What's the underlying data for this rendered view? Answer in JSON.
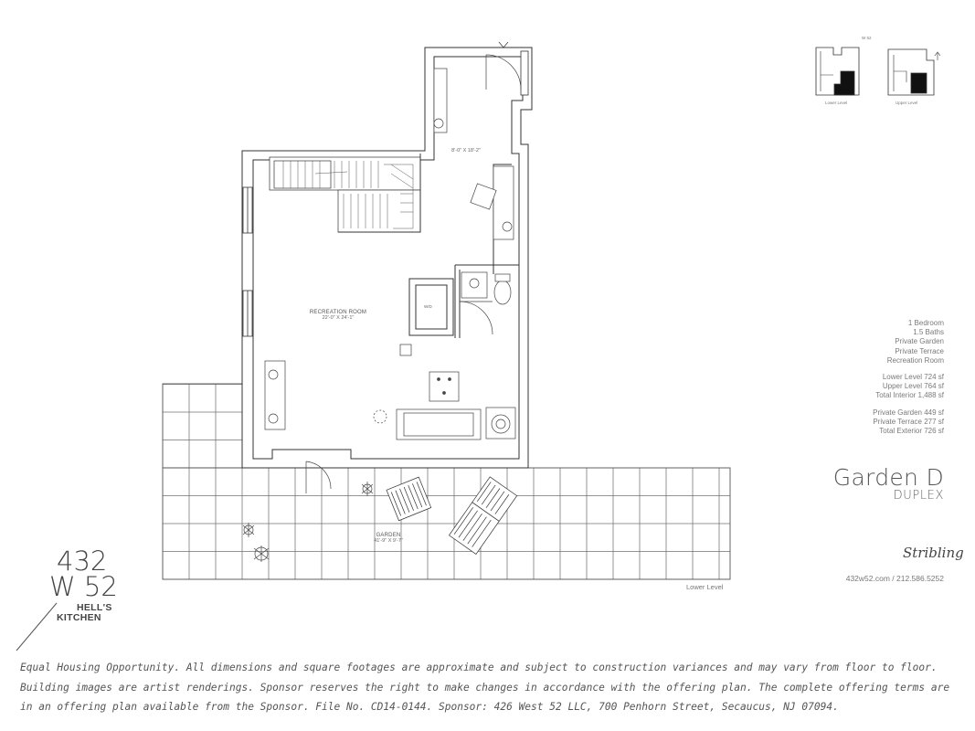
{
  "key_plan": {
    "street_label": "W 52",
    "lower_label": "Lower Level",
    "upper_label": "Upper Level"
  },
  "plan": {
    "level_label": "Lower Level",
    "rooms": [
      {
        "name": "RECREATION ROOM",
        "dims": "22'-0\" X 24'-1\""
      },
      {
        "name": "GARDEN",
        "dims": "41'-9\" X 9'-7\""
      },
      {
        "name": "",
        "dims": "8'-0\" X 18'-2\""
      }
    ],
    "fixture_label": "W/D"
  },
  "specs": {
    "group1": [
      "1 Bedroom",
      "1.5 Baths",
      "Private Garden",
      "Private Terrace",
      "Recreation Room"
    ],
    "group2": [
      "Lower Level 724 sf",
      "Upper Level 764 sf",
      "Total Interior 1,488 sf"
    ],
    "group3": [
      "Private Garden 449 sf",
      "Private Terrace 277 sf",
      "Total Exterior 726 sf"
    ]
  },
  "unit": {
    "name": "Garden D",
    "type": "DUPLEX"
  },
  "agent": {
    "signature": "Stribling",
    "contact": "432w52.com / 212.586.5252"
  },
  "brand": {
    "line1": "432",
    "line2": "W 52",
    "line3": "HELL'S",
    "line4": "KITCHEN"
  },
  "disclaimer": "Equal Housing Opportunity. All dimensions and square footages are approximate and  subject to construction variances and may vary from floor to floor. Building images are artist renderings. Sponsor reserves the right to make changes in accordance with the  offering plan. The complete offering terms are in an offering plan available from the Sponsor.  File No. CD14-0144. Sponsor: 426 West 52 LLC, 700 Penhorn Street, Secaucus, NJ 07094."
}
